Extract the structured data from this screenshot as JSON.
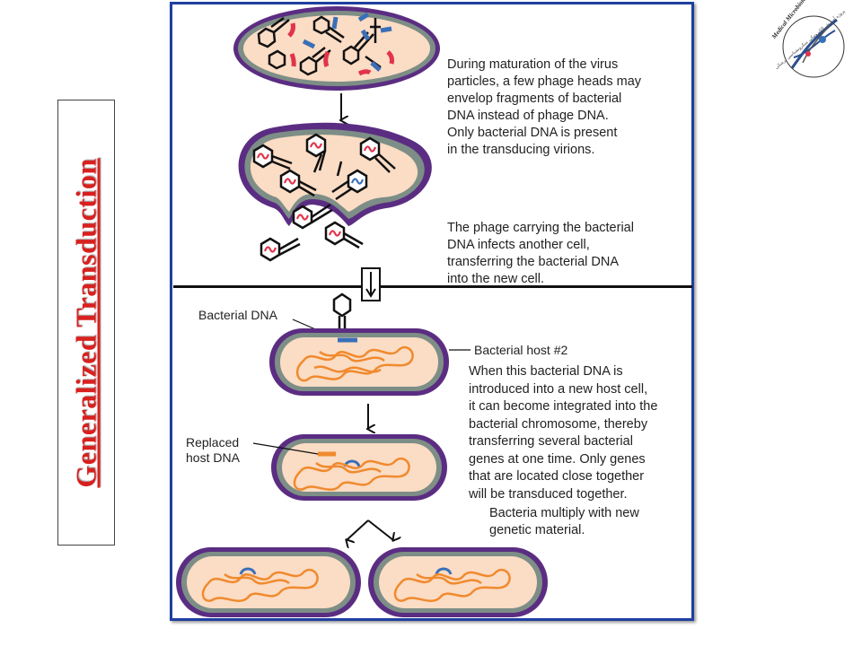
{
  "title": "Generalized Transduction",
  "steps": {
    "maturation": [
      "During maturation of the virus",
      "particles, a few phage heads may",
      "envelop fragments of bacterial",
      "DNA instead of phage DNA.",
      "Only bacterial DNA is present",
      "in the transducing virions."
    ],
    "infection": [
      "The phage carrying the bacterial",
      "DNA infects another cell,",
      "transferring the bacterial DNA",
      "into the new cell."
    ],
    "integration": [
      "When this bacterial DNA is",
      "introduced into a new host cell,",
      "it can become integrated into the",
      "bacterial chromosome, thereby",
      "transferring several bacterial",
      "genes at one time. Only genes",
      "that are located close together",
      "will be transduced together."
    ],
    "multiply": [
      "Bacteria multiply with new",
      "genetic material."
    ]
  },
  "labels": {
    "bacterial_dna": "Bacterial DNA",
    "host2": "Bacterial host #2",
    "replaced_line1": "Replaced",
    "replaced_line2": "host DNA"
  },
  "colors": {
    "title": "#d8211f",
    "frame": "#1f3fa0",
    "cell_membrane": "#5b2d82",
    "cell_wall": "#7d8e86",
    "cytoplasm": "#fbdcc4",
    "bacterial_dna": "#3a6fb8",
    "phage_dna": "#e0344a",
    "host_chromosome": "#f08a2e"
  },
  "logo": {
    "text": "Medical Microbiology E-learning Project",
    "subtext": "پروژه آموزش الکترونیکی میکروبشناسی پزشکی"
  }
}
